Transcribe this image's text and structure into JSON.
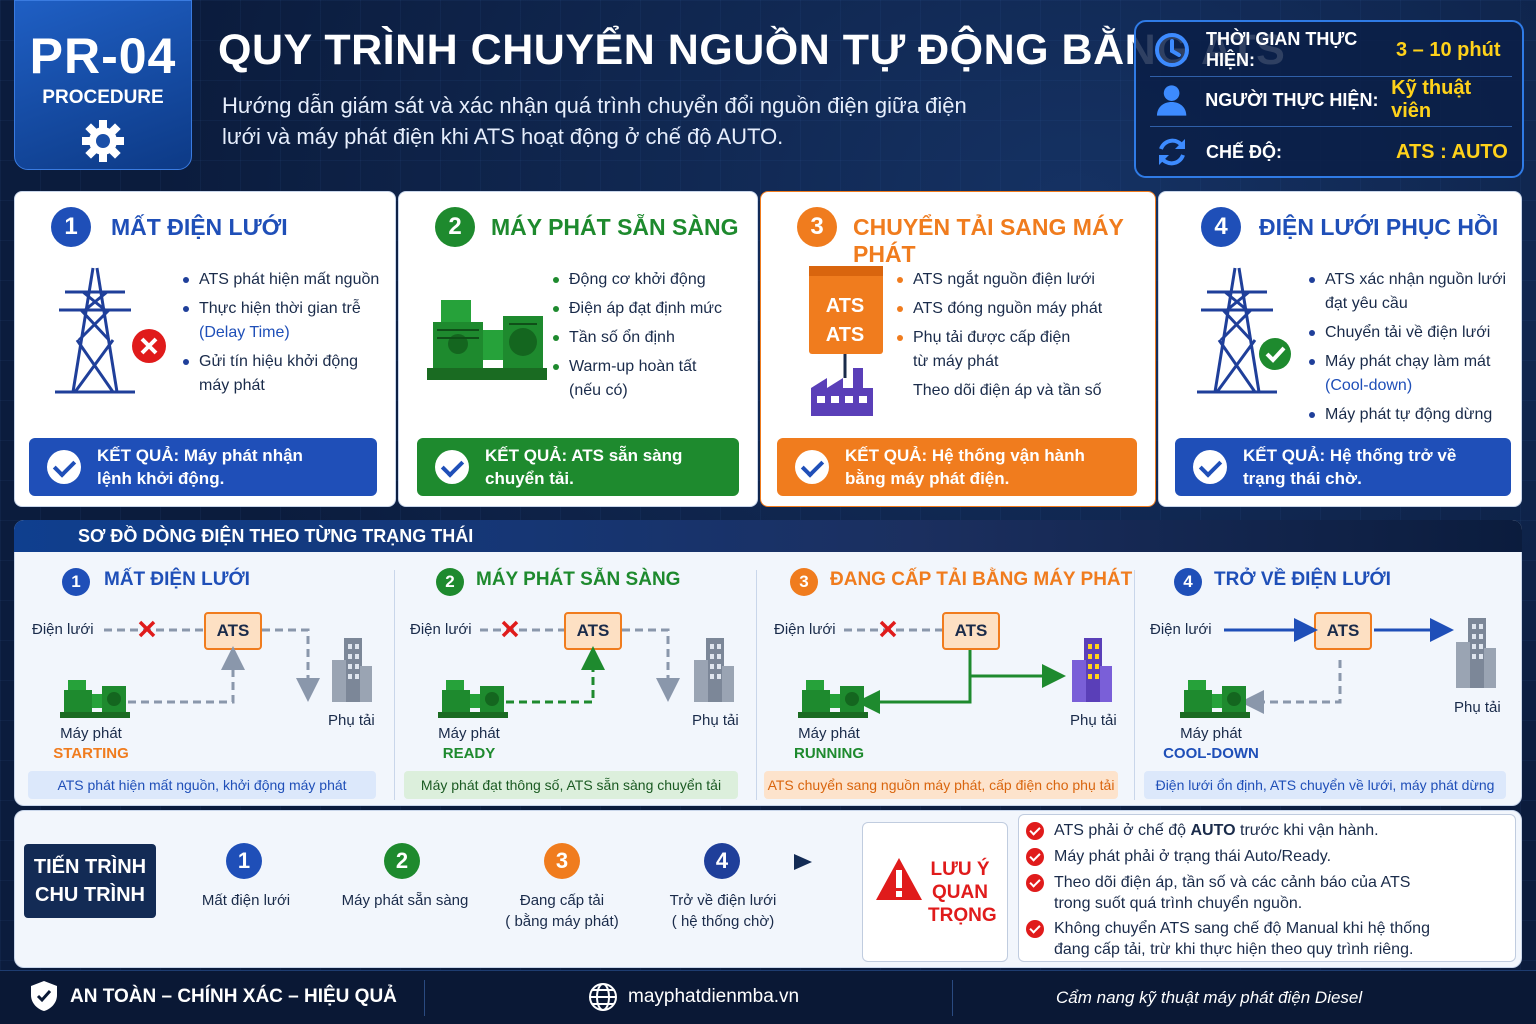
{
  "header": {
    "code": "PR-04",
    "code_sub": "PROCEDURE",
    "title": "QUY TRÌNH CHUYỂN NGUỒN TỰ ĐỘNG BẰNG ATS",
    "subtitle": "Hướng dẫn giám sát và xác nhận quá trình chuyển đổi nguồn điện giữa điện lưới và máy phát điện khi ATS hoạt động ở chế độ AUTO.",
    "info": [
      {
        "label": "THỜI GIAN THỰC HIỆN:",
        "value": "3 – 10 phút",
        "icon": "clock-icon"
      },
      {
        "label": "NGƯỜI THỰC HIỆN:",
        "value": "Kỹ thuật viên",
        "icon": "user-icon"
      },
      {
        "label": "CHẾ ĐỘ:",
        "value": "ATS : AUTO",
        "icon": "refresh-icon"
      }
    ]
  },
  "steps": [
    {
      "num": "1",
      "title": "MẤT ĐIỆN LƯỚI",
      "color": "#1f4fb8",
      "items": [
        "ATS phát hiện mất nguồn",
        "Thực hiện thời gian trễ",
        "(Delay Time)",
        "Gửi tín hiệu khởi động",
        "máy phát"
      ],
      "result_label": "KẾT QUẢ:",
      "result_text": "Máy phát nhận",
      "result_text2": "lệnh khởi động."
    },
    {
      "num": "2",
      "title": "MÁY PHÁT SẴN SÀNG",
      "color": "#1e8a2e",
      "items": [
        "Động cơ khởi động",
        "Điện áp đạt định mức",
        "Tần số ổn định",
        "Warm-up hoàn tất",
        "(nếu có)"
      ],
      "result_label": "KẾT QUẢ:",
      "result_text": "ATS sẵn sàng",
      "result_text2": "chuyển tải."
    },
    {
      "num": "3",
      "title": "CHUYỂN TẢI SANG MÁY PHÁT",
      "color": "#f07c1e",
      "items": [
        "ATS ngắt nguồn điện lưới",
        "ATS đóng nguồn máy phát",
        "Phụ tải được cấp điện",
        "từ máy phát",
        "Theo dõi điện áp và tần số"
      ],
      "ats_label": "ATS",
      "result_label": "KẾT QUẢ:",
      "result_text": "Hệ thống vận hành",
      "result_text2": "bằng máy phát điện."
    },
    {
      "num": "4",
      "title": "ĐIỆN LƯỚI PHỤC HỒI",
      "color": "#1f4fb8",
      "items": [
        "ATS xác nhận nguồn lưới",
        "đạt yêu cầu",
        "Chuyển tải về điện lưới",
        "Máy phát chạy làm mát",
        "(Cool-down)",
        "Máy phát tự động dừng"
      ],
      "result_label": "KẾT QUẢ:",
      "result_text": "Hệ thống trở về",
      "result_text2": "trạng thái chờ."
    }
  ],
  "diagram": {
    "title": "SƠ ĐỒ DÒNG ĐIỆN THEO TỪNG TRẠNG THÁI",
    "panels": [
      {
        "num": "1",
        "title": "MẤT ĐIỆN LƯỚI",
        "grid": "Điện lưới",
        "ats": "ATS",
        "gen": "Máy phát",
        "state": "STARTING",
        "load": "Phụ tải",
        "caption": "ATS phát hiện mất nguồn, khởi động máy phát"
      },
      {
        "num": "2",
        "title": "MÁY PHÁT SẴN SÀNG",
        "grid": "Điện lưới",
        "ats": "ATS",
        "gen": "Máy phát",
        "state": "READY",
        "load": "Phụ tải",
        "caption": "Máy phát đạt thông số, ATS sẵn sàng chuyển tải"
      },
      {
        "num": "3",
        "title": "ĐANG CẤP TẢI BẰNG MÁY PHÁT",
        "grid": "Điện lưới",
        "ats": "ATS",
        "gen": "Máy phát",
        "state": "RUNNING",
        "load": "Phụ tải",
        "caption": "ATS chuyển sang nguồn máy phát, cấp điện cho phụ tải"
      },
      {
        "num": "4",
        "title": "TRỞ VỀ ĐIỆN LƯỚI",
        "grid": "Điện lưới",
        "ats": "ATS",
        "gen": "Máy phát",
        "state": "COOL-DOWN",
        "load": "Phụ tải",
        "caption": "Điện lưới ổn định, ATS chuyển về lưới, máy phát dừng"
      }
    ]
  },
  "cycle": {
    "label_line1": "TIẾN TRÌNH",
    "label_line2": "CHU TRÌNH",
    "steps": [
      {
        "num": "1",
        "l1": "Mất điện lưới",
        "l2": ""
      },
      {
        "num": "2",
        "l1": "Máy phát sẵn sàng",
        "l2": ""
      },
      {
        "num": "3",
        "l1": "Đang cấp tải",
        "l2": "( bằng máy phát)"
      },
      {
        "num": "4",
        "l1": "Trở về điện lưới",
        "l2": "( hệ thống chờ)"
      }
    ]
  },
  "notes": {
    "title_l1": "LƯU Ý",
    "title_l2": "QUAN",
    "title_l3": "TRỌNG",
    "n1a": "ATS phải ở chế độ ",
    "n1b": "AUTO",
    "n1c": " trước khi vận hành.",
    "n2": "Máy phát phải ở trạng thái Auto/Ready.",
    "n3a": "Theo dõi điện áp, tần số và các cảnh báo của ATS",
    "n3b": "trong suốt quá trình chuyển nguồn.",
    "n4a": "Không chuyển ATS sang chế độ Manual khi hệ thống",
    "n4b": "đang cấp tải, trừ khi thực hiện theo quy trình riêng."
  },
  "footer": {
    "slogan": "AN TOÀN – CHÍNH XÁC – HIỆU QUẢ",
    "site": "mayphatdienmba.vn",
    "tagline": "Cẩm nang kỹ thuật máy phát điện Diesel"
  }
}
